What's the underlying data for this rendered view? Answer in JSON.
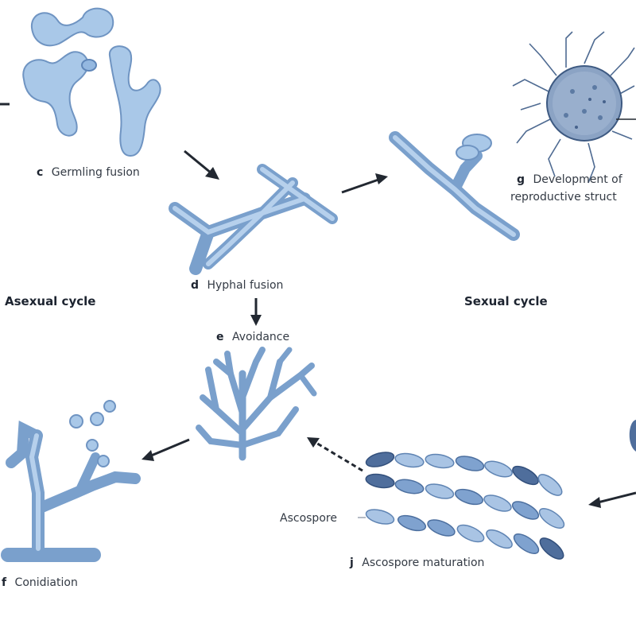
{
  "labels": {
    "germling_fusion": {
      "letter": "c",
      "text": "Germling fusion"
    },
    "hyphal_fusion": {
      "letter": "d",
      "text": "Hyphal fusion"
    },
    "avoidance": {
      "letter": "e",
      "text": "Avoidance"
    },
    "conidiation": {
      "letter": "f",
      "text": "Conidiation"
    },
    "development": {
      "letter": "g",
      "text": "Development of",
      "line2": "reproductive struct"
    },
    "ascospore_maturation": {
      "letter": "j",
      "text": "Ascospore maturation"
    },
    "ascospore": "Ascospore"
  },
  "cycles": {
    "asexual": "Asexual cycle",
    "sexual": "Sexual cycle"
  },
  "colors": {
    "cell_light": "#a9c8e8",
    "cell_outline": "#6f94c2",
    "spore_dark": "#4f6e9c",
    "arrow": "#222831"
  }
}
